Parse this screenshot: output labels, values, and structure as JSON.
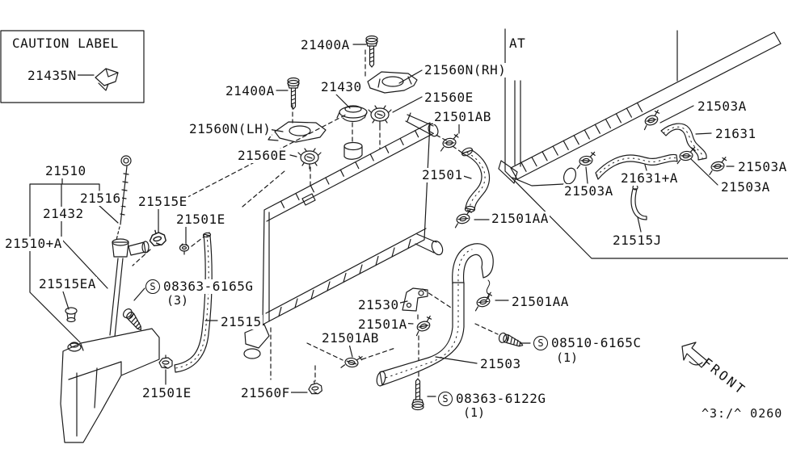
{
  "caution_box": {
    "title": "CAUTION LABEL",
    "part_number": "21435N"
  },
  "section_labels": {
    "at": "AT",
    "front": "FRONT",
    "doc_code": "^3:/^ 0260"
  },
  "standard_parts": {
    "s08363_6165g": {
      "symbol": "S",
      "number": "08363-6165G",
      "qty": "(3)"
    },
    "s08510_6165c": {
      "symbol": "S",
      "number": "08510-6165C",
      "qty": "(1)"
    },
    "s08363_6122g": {
      "symbol": "S",
      "number": "08363-6122G",
      "qty": "(1)"
    }
  },
  "part_labels": {
    "p21400a_top": "21400A",
    "p21560n_rh": "21560N(RH)",
    "p21430": "21430",
    "p21560e_right": "21560E",
    "p21501ab_right": "21501AB",
    "p21400a_left": "21400A",
    "p21560n_lh": "21560N(LH)",
    "p21560e_left": "21560E",
    "p21501": "21501",
    "p21501aa_right": "21501AA",
    "p21510": "21510",
    "p21516": "21516",
    "p21432": "21432",
    "p21510a": "21510+A",
    "p21515e": "21515E",
    "p21501e_upper": "21501E",
    "p21515ea": "21515EA",
    "p21515": "21515",
    "p21501e_lower": "21501E",
    "p21560f": "21560F",
    "p21530": "21530",
    "p21501a": "21501A",
    "p21501ab_lower": "21501AB",
    "p21503": "21503",
    "p21501aa_lower": "21501AA",
    "p21503a_1": "21503A",
    "p21631": "21631",
    "p21503a_2": "21503A",
    "p21503a_3": "21503A",
    "p21503a_4": "21503A",
    "p21631a": "21631+A",
    "p21515j": "21515J"
  }
}
